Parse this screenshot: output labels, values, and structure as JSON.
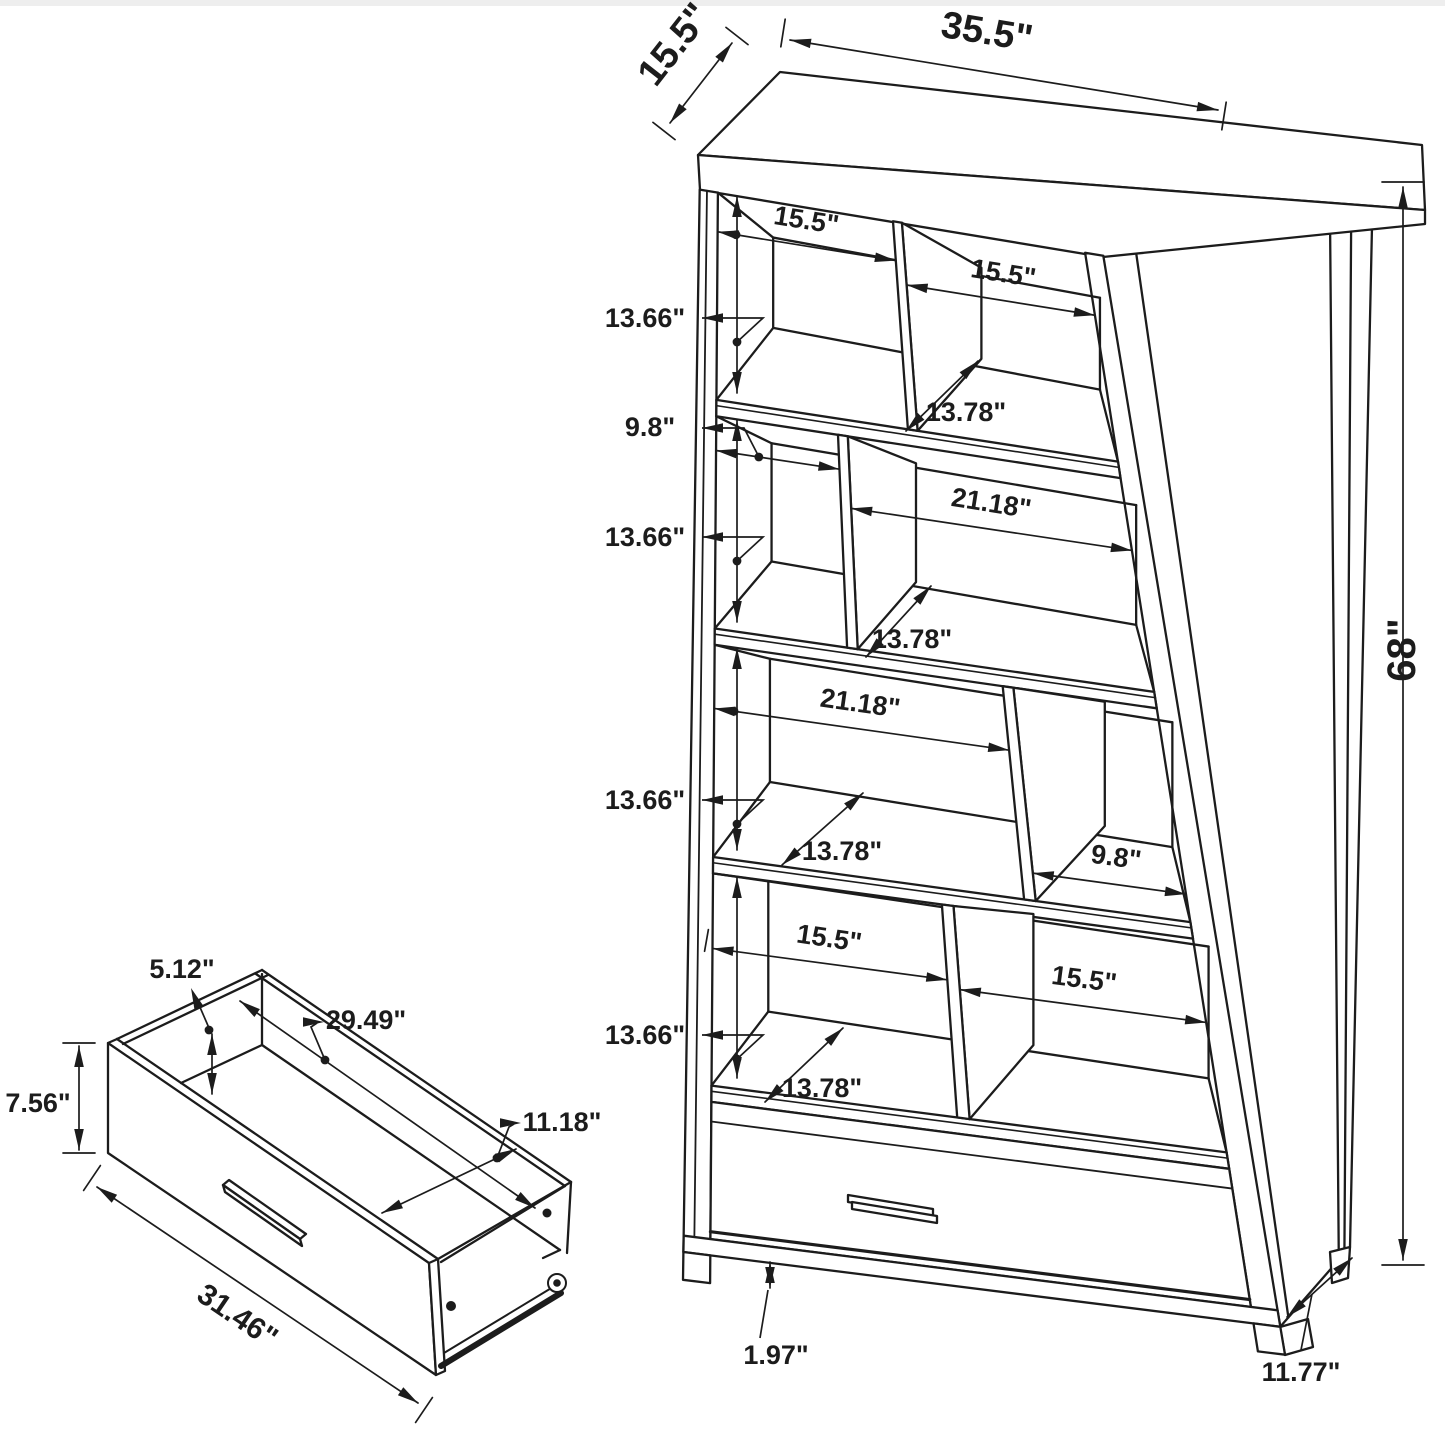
{
  "diagram": {
    "type": "furniture-dimension-line-drawing",
    "colors": {
      "ink": "#1c1c1c",
      "background": "#ffffff",
      "edge_artifact": "#eeeeee"
    }
  },
  "bookcase": {
    "overall": {
      "width": "35.5\"",
      "depth": "15.5\"",
      "height": "68\""
    },
    "tiers": [
      {
        "height": "13.66\"",
        "left_width": "15.5\"",
        "right_width": "15.5\"",
        "shelf_depth": "13.78\""
      },
      {
        "height": "13.66\"",
        "left_width": "9.8\"",
        "right_width": "21.18\"",
        "shelf_depth": "13.78\""
      },
      {
        "height": "13.66\"",
        "left_width": "21.18\"",
        "right_width": "9.8\"",
        "shelf_depth": "13.78\""
      },
      {
        "height": "13.66\"",
        "left_width": "15.5\"",
        "right_width": "15.5\"",
        "shelf_depth": "13.78\""
      }
    ],
    "base_clearance": "1.97\"",
    "leg_depth": "11.77\""
  },
  "drawer": {
    "outer_length": "31.46\"",
    "front_height": "7.56\"",
    "inner_height": "5.12\"",
    "inner_length": "29.49\"",
    "inner_width": "11.18\""
  }
}
